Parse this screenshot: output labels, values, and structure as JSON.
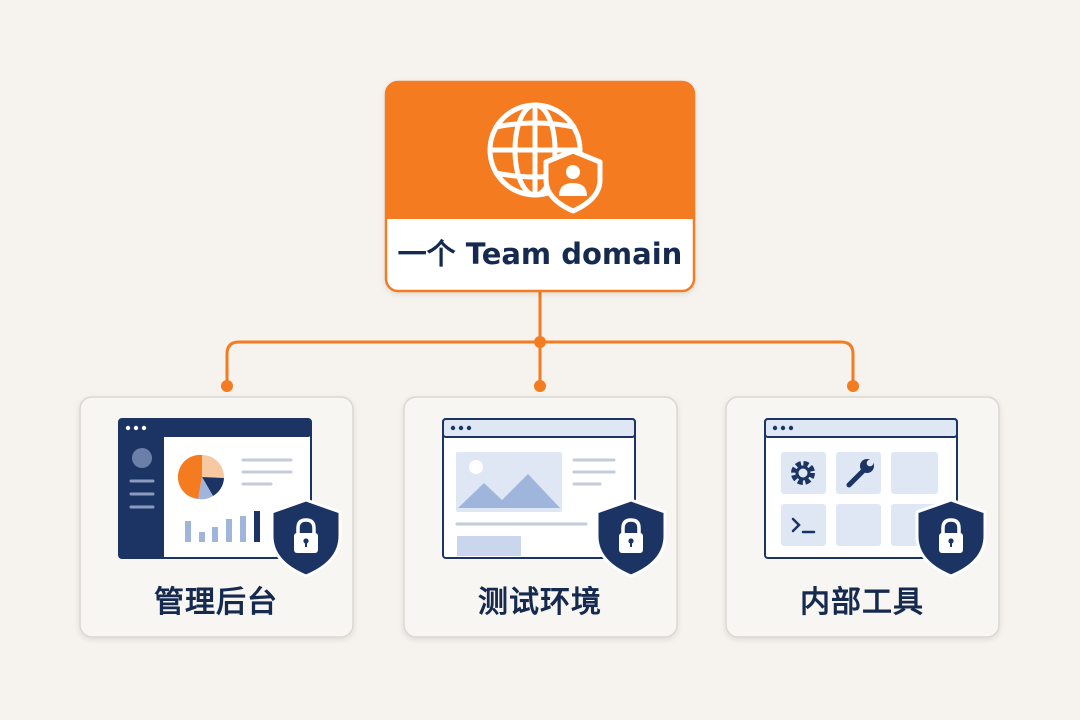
{
  "colors": {
    "background": "#f6f3ee",
    "accent_orange": "#f47b20",
    "navy": "#1c3463",
    "text_navy": "#152a4e",
    "light_blue": "#dfe7f5",
    "mid_blue": "#9fb5dc",
    "card_bg": "#f8f6f2",
    "card_border": "#dad7d2"
  },
  "root": {
    "label": "一个 Team domain",
    "icon": "globe-with-user-shield-icon"
  },
  "children": [
    {
      "label": "管理后台",
      "illustration": "admin-dashboard-window",
      "badge_icon": "lock-shield-icon"
    },
    {
      "label": "测试环境",
      "illustration": "test-environment-window",
      "badge_icon": "lock-shield-icon"
    },
    {
      "label": "内部工具",
      "illustration": "internal-tools-window",
      "badge_icon": "lock-shield-icon"
    }
  ]
}
